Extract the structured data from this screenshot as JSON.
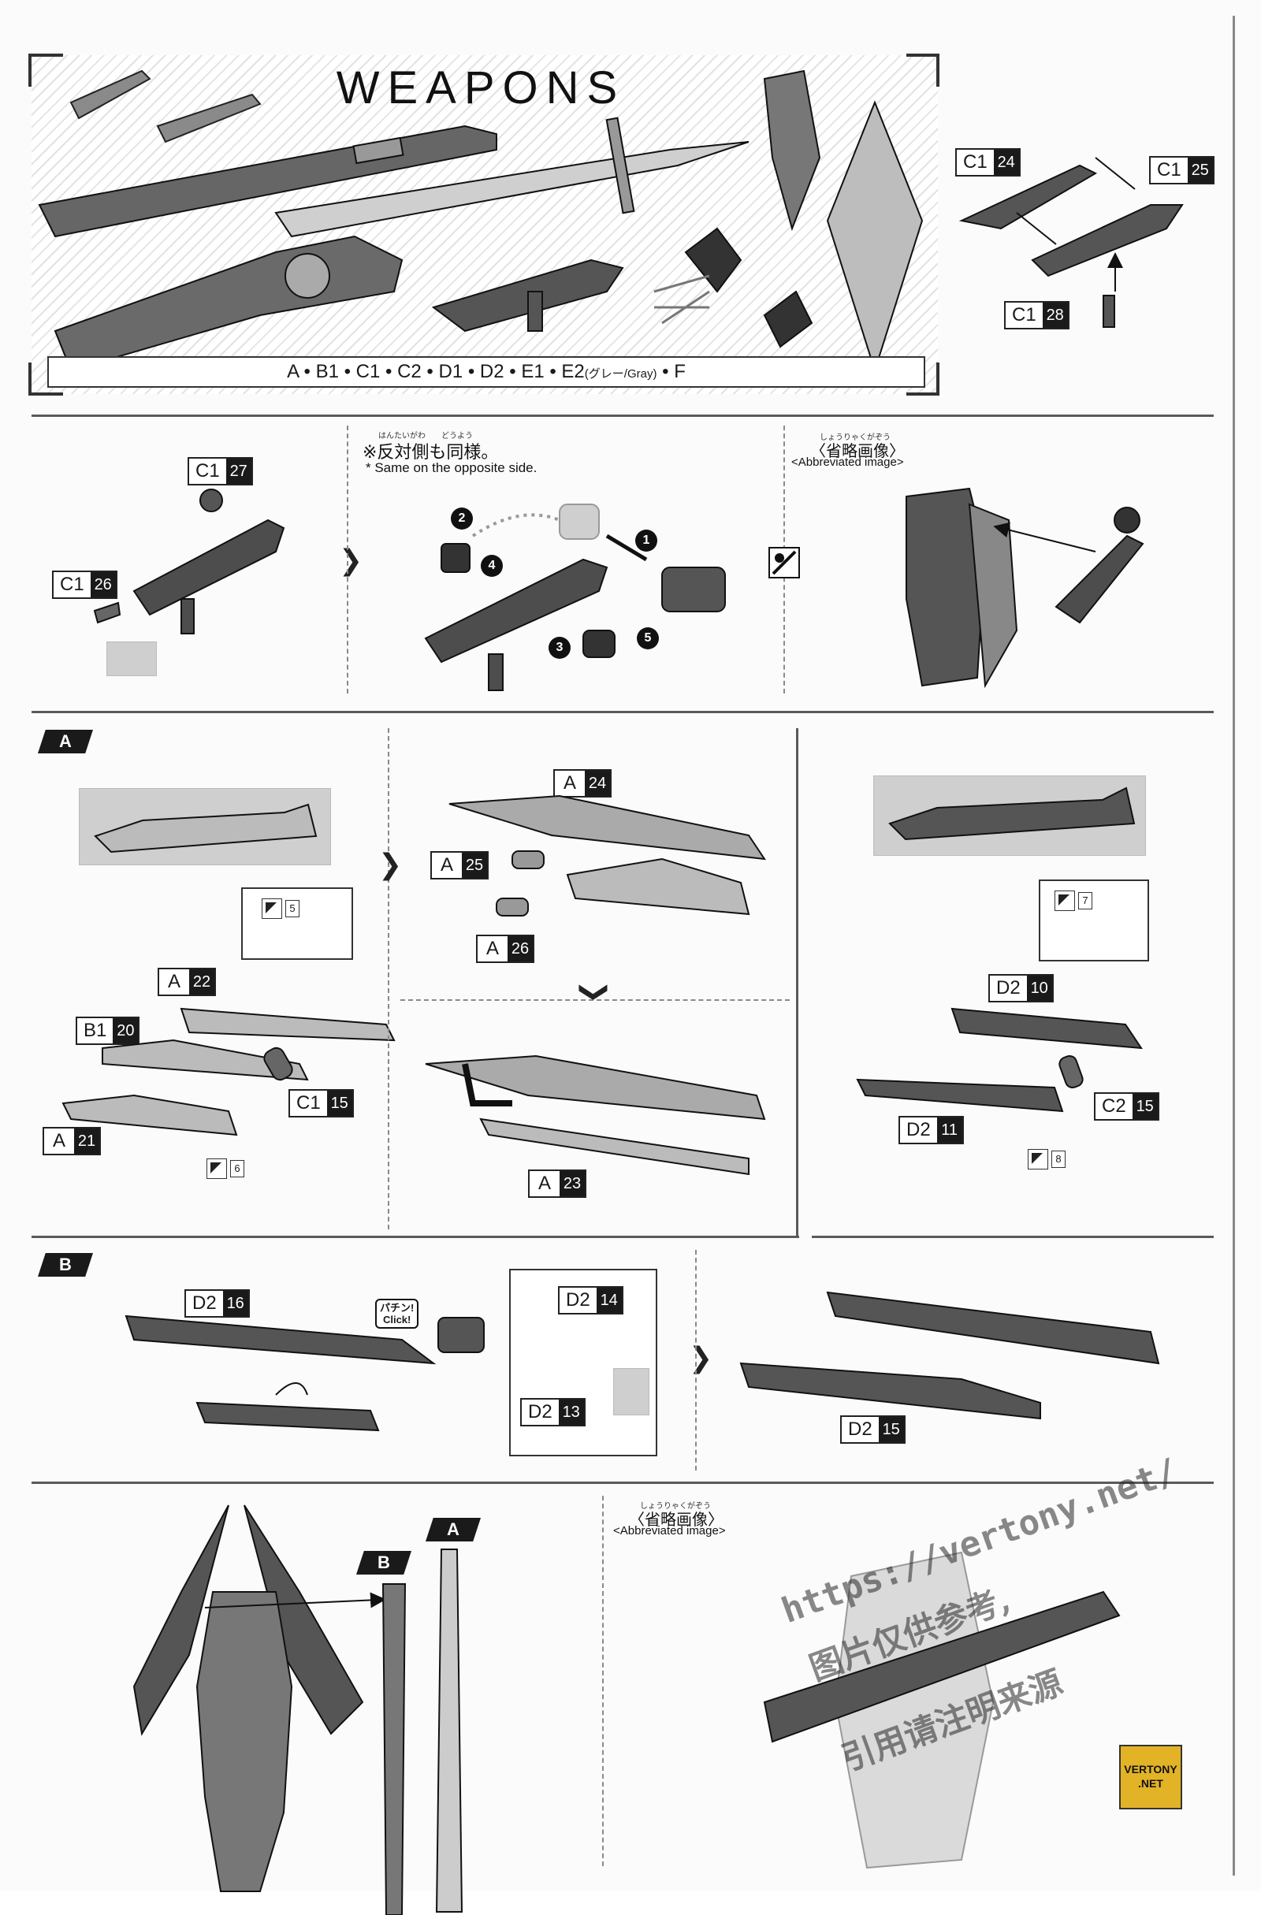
{
  "header": {
    "title": "WEAPONS",
    "runners_line": "A • B1 • C1 • C2 • D1 • D2 • E1 • E2",
    "runners_gray": "(グレー/Gray)",
    "runners_tail": " • F"
  },
  "top_right_tags": [
    {
      "letter": "C1",
      "num": "24"
    },
    {
      "letter": "C1",
      "num": "25"
    },
    {
      "letter": "C1",
      "num": "28"
    }
  ],
  "row2": {
    "tags": [
      {
        "letter": "C1",
        "num": "27"
      },
      {
        "letter": "C1",
        "num": "26"
      }
    ],
    "note_ruby": "はんたいがわ　　どうよう",
    "note_jp": "※反対側も同様。",
    "note_en": "* Same on the opposite side.",
    "steps": [
      "1",
      "2",
      "3",
      "4",
      "5"
    ],
    "abbr_ruby": "しょうりゃくがぞう",
    "abbr_jp": "〈省略画像〉",
    "abbr_en": "<Abbreviated image>"
  },
  "sectionA": {
    "badge": "A",
    "tags_left": [
      {
        "letter": "A",
        "num": "22"
      },
      {
        "letter": "B1",
        "num": "20"
      },
      {
        "letter": "C1",
        "num": "15"
      },
      {
        "letter": "A",
        "num": "21"
      }
    ],
    "mini_left": [
      "5",
      "6"
    ],
    "tags_mid": [
      {
        "letter": "A",
        "num": "24"
      },
      {
        "letter": "A",
        "num": "25"
      },
      {
        "letter": "A",
        "num": "26"
      },
      {
        "letter": "A",
        "num": "23"
      }
    ],
    "tags_right": [
      {
        "letter": "D2",
        "num": "10"
      },
      {
        "letter": "C2",
        "num": "15"
      },
      {
        "letter": "D2",
        "num": "11"
      }
    ],
    "mini_right": [
      "7",
      "8"
    ]
  },
  "sectionB": {
    "badge": "B",
    "tags": [
      {
        "letter": "D2",
        "num": "16"
      },
      {
        "letter": "D2",
        "num": "14"
      },
      {
        "letter": "D2",
        "num": "13"
      },
      {
        "letter": "D2",
        "num": "15"
      }
    ],
    "click_jp": "パチン!",
    "click_en": "Click!"
  },
  "bottom": {
    "badge_b": "B",
    "badge_a": "A",
    "abbr_ruby": "しょうりゃくがぞう",
    "abbr_jp": "〈省略画像〉",
    "abbr_en": "<Abbreviated image>"
  },
  "watermark": {
    "url": "https://vertony.net/",
    "line1": "图片仅供参考,",
    "line2": "引用请注明来源"
  },
  "logo": {
    "line1": "VERTONY",
    "line2": ".NET"
  },
  "colors": {
    "ink": "#1a1a1a",
    "panel": "#cfcfcf",
    "logo": "#e2b327"
  }
}
